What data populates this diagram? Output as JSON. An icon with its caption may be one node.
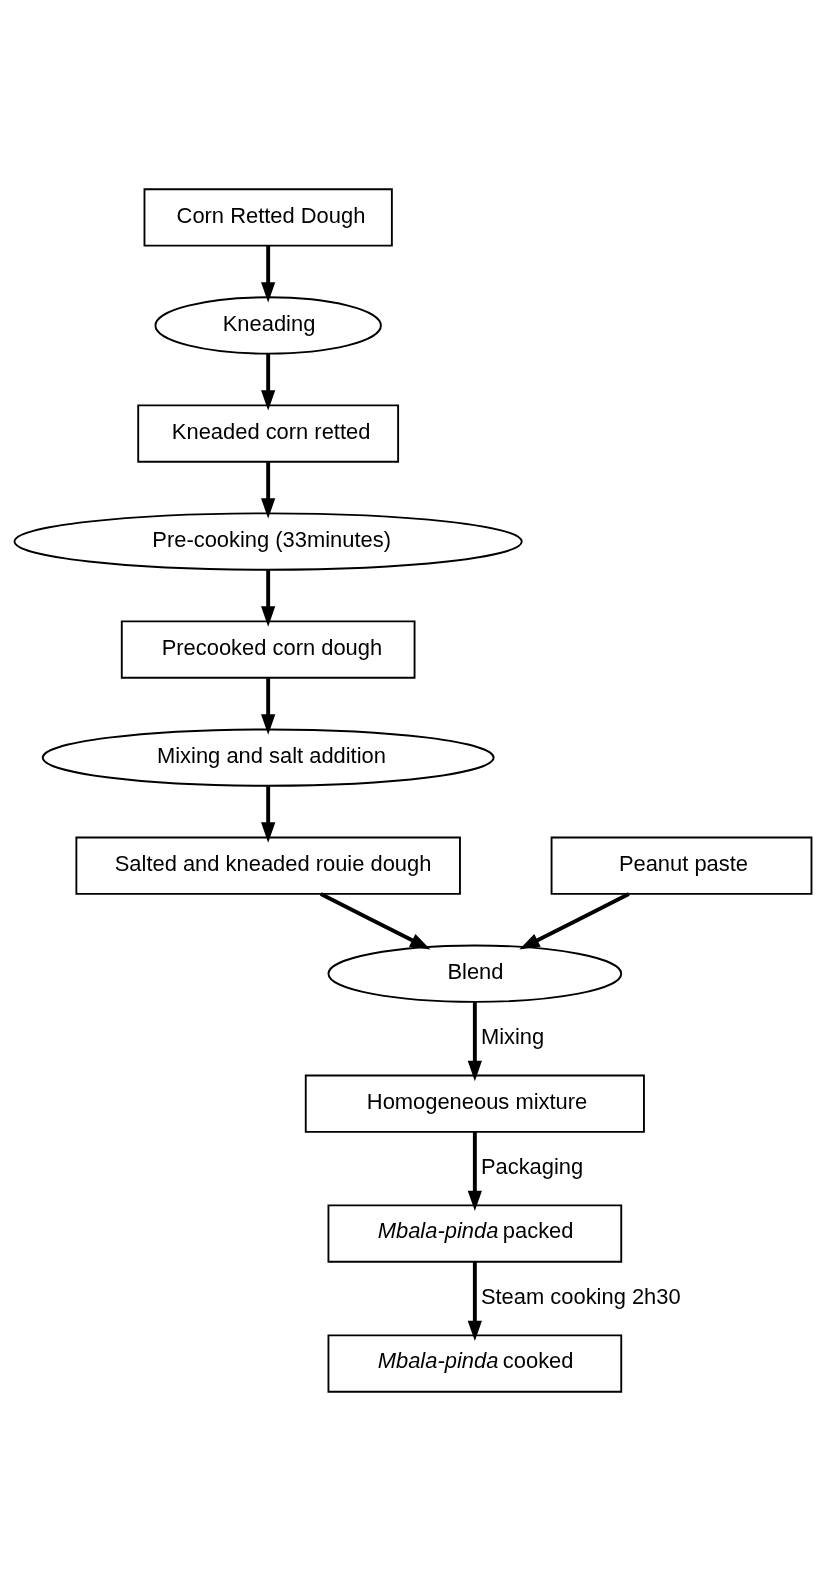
{
  "diagram": {
    "nodes": [
      {
        "text": [
          "Corn Retted Dough"
        ]
      },
      {
        "text": [
          "Kneading"
        ]
      },
      {
        "text": [
          "Kneaded corn retted"
        ]
      },
      {
        "text": [
          "Pre-cooking (33minutes)"
        ]
      },
      {
        "text": [
          "Precooked corn dough"
        ]
      },
      {
        "text": [
          "Mixing and salt addition"
        ]
      },
      {
        "text": [
          "Salted and kneaded rouie dough"
        ]
      },
      {
        "text": [
          "Peanut paste"
        ]
      },
      {
        "text": [
          "Blend"
        ]
      },
      {
        "text": [
          "Homogeneous mixture"
        ]
      },
      {
        "text": [
          "*Mbala-pinda* packed"
        ]
      },
      {
        "text": [
          "*Mbala-pinda* cooked"
        ]
      }
    ],
    "edges": [
      {
        "from": 0,
        "to": 1,
        "arrow": "to"
      },
      {
        "from": 1,
        "to": 2,
        "arrow": "to"
      },
      {
        "from": 2,
        "to": 3,
        "arrow": "to"
      },
      {
        "from": 3,
        "to": 4,
        "arrow": "to"
      },
      {
        "from": 4,
        "to": 5,
        "arrow": "to"
      },
      {
        "from": 5,
        "to": 6,
        "arrow": "to"
      },
      {
        "from": 6,
        "to": 8,
        "arrow": "to"
      },
      {
        "from": 7,
        "to": 8,
        "arrow": "to"
      },
      {
        "from": 8,
        "to": 9,
        "arrow": "to",
        "label": "Mixing"
      },
      {
        "from": 9,
        "to": 10,
        "arrow": "to",
        "label": "Packaging"
      },
      {
        "from": 10,
        "to": 11,
        "arrow": "to",
        "label": "Steam cooking 2h30"
      }
    ]
  }
}
